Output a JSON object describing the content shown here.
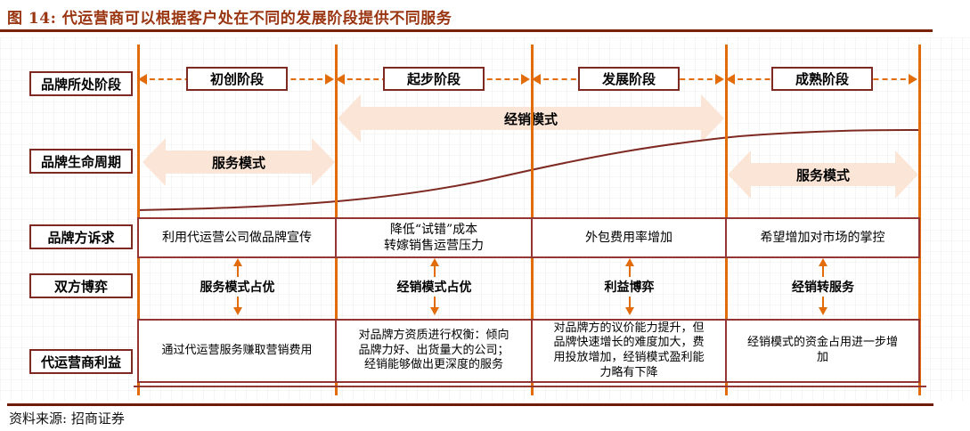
{
  "title": "图 14: 代运营商可以根据客户处在不同的发展阶段提供不同服务",
  "source": "资料来源: 招商证券",
  "colors": {
    "accent_orange": "#e36c0a",
    "dark_red_border": "#943634",
    "label_border": "#7e2a23",
    "title_red": "#9a3511",
    "peach_arrow": "#fbe5d6",
    "curve": "#7e2a23"
  },
  "row_labels": [
    "品牌所处阶段",
    "品牌生命周期",
    "品牌方诉求",
    "双方博弈",
    "代运营商利益"
  ],
  "stages": [
    "初创阶段",
    "起步阶段",
    "发展阶段",
    "成熟阶段"
  ],
  "mode_arrows": [
    {
      "label": "服务模式",
      "span": "初创阶段"
    },
    {
      "label": "经销模式",
      "span": "起步阶段-发展阶段"
    },
    {
      "label": "服务模式",
      "span": "成熟阶段"
    }
  ],
  "brand_demands": [
    "利用代运营公司做品牌宣传",
    "降低“试错”成本\n转嫁销售运营压力",
    "外包费用率增加",
    "希望增加对市场的掌控"
  ],
  "game_row": [
    "服务模式占优",
    "经销模式占优",
    "利益博弈",
    "经销转服务"
  ],
  "operator_interests": [
    "通过代运营服务赚取营销费用",
    "对品牌方资质进行权衡：倾向\n品牌力好、出货量大的公司；\n经销能够做出更深度的服务",
    "对品牌方的议价能力提升，但\n品牌快速增长的难度加大，费\n用投放增加，经销模式盈利能\n力略有下降",
    "经销模式的资金占用进一步增\n加"
  ]
}
